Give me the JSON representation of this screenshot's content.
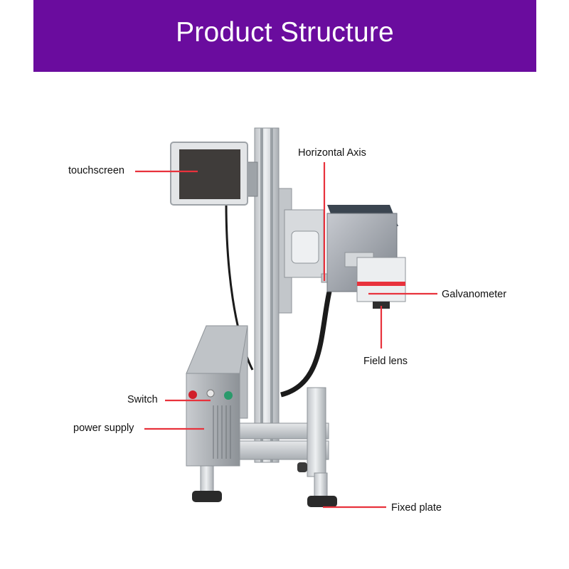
{
  "colors": {
    "banner": "#6a0c9e",
    "banner_text": "#ffffff",
    "leader": "#e8323c",
    "label_text": "#111111"
  },
  "header": {
    "title": "Product Structure"
  },
  "callouts": {
    "touchscreen": "touchscreen",
    "horizontal_axis": "Horizontal Axis",
    "galvanometer": "Galvanometer",
    "field_lens": "Field lens",
    "switch": "Switch",
    "power_supply": "power supply",
    "fixed_plate": "Fixed plate"
  }
}
